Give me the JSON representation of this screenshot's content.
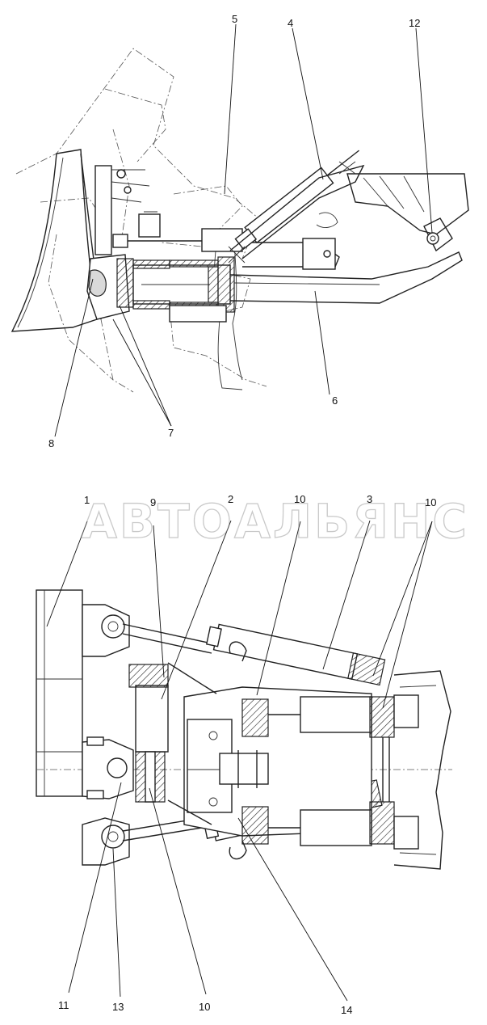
{
  "watermark": "АВТОАЛЬЯНС",
  "top_view_labels": {
    "l4": "4",
    "l5": "5",
    "l6": "6",
    "l7": "7",
    "l8": "8",
    "l12": "12"
  },
  "plan_view_labels": {
    "l1": "1",
    "l2": "2",
    "l3": "3",
    "l9": "9",
    "l10a": "10",
    "l10b": "10",
    "l10c": "10",
    "l11": "11",
    "l13": "13",
    "l14": "14"
  }
}
